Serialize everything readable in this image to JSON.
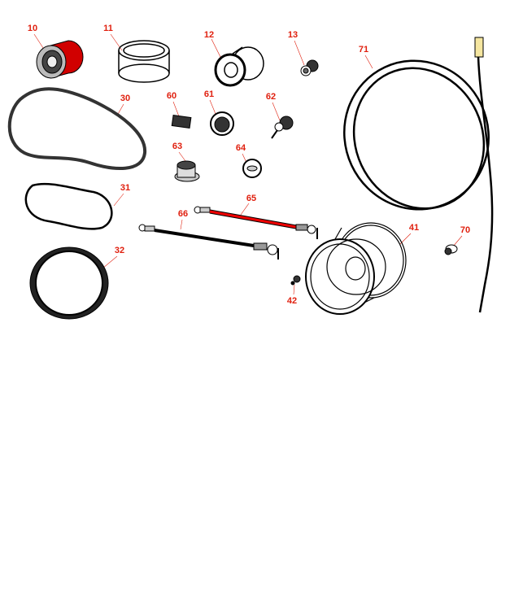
{
  "diagram": {
    "label_color": "#e0200f",
    "callouts": [
      {
        "id": "10",
        "part": "pulley"
      },
      {
        "id": "11",
        "part": "bearing-ring"
      },
      {
        "id": "12",
        "part": "wheel-hub"
      },
      {
        "id": "13",
        "part": "grease-fitting"
      },
      {
        "id": "71",
        "part": "cable"
      },
      {
        "id": "30",
        "part": "belt-large"
      },
      {
        "id": "60",
        "part": "clip"
      },
      {
        "id": "61",
        "part": "switch"
      },
      {
        "id": "62",
        "part": "key-switch"
      },
      {
        "id": "63",
        "part": "solenoid"
      },
      {
        "id": "64",
        "part": "cap"
      },
      {
        "id": "65",
        "part": "tie-rod-red"
      },
      {
        "id": "31",
        "part": "belt-small"
      },
      {
        "id": "66",
        "part": "tie-rod"
      },
      {
        "id": "41",
        "part": "wheel-rim"
      },
      {
        "id": "70",
        "part": "connector"
      },
      {
        "id": "32",
        "part": "v-belt"
      },
      {
        "id": "42",
        "part": "valve-stem"
      }
    ]
  }
}
